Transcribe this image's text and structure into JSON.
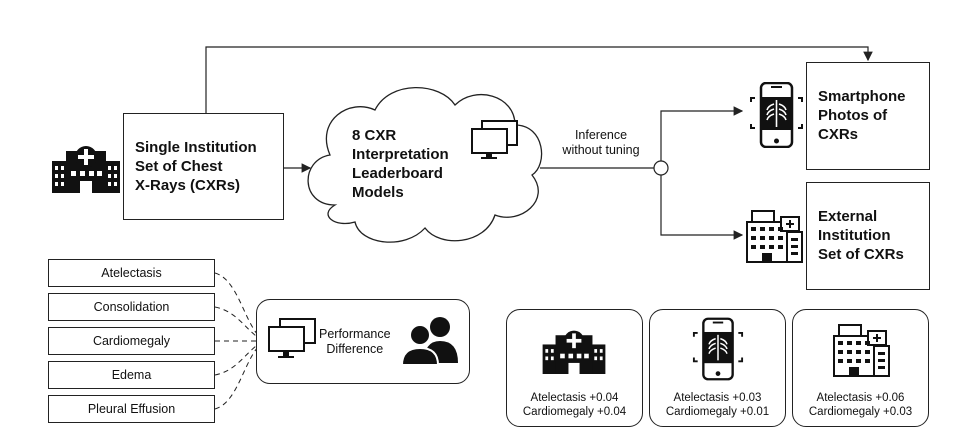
{
  "source_box": {
    "lines": [
      "Single Institution",
      "Set of Chest",
      "X-Rays (CXRs)"
    ]
  },
  "models_cloud": {
    "lines": [
      "8 CXR",
      "Interpretation",
      "Leaderboard",
      "Models"
    ]
  },
  "inference_label": {
    "lines": [
      "Inference",
      "without tuning"
    ]
  },
  "target_smartphone": {
    "lines": [
      "Smartphone",
      "Photos of",
      "CXRs"
    ]
  },
  "target_external": {
    "lines": [
      "External",
      "Institution",
      "Set of CXRs"
    ]
  },
  "pathologies": [
    "Atelectasis",
    "Consolidation",
    "Cardiomegaly",
    "Edema",
    "Pleural Effusion"
  ],
  "performance_box": {
    "lines": [
      "Performance",
      "Difference"
    ]
  },
  "results": [
    {
      "icon": "hospital-icon",
      "lines": [
        "Atelectasis +0.04",
        "Cardiomegaly +0.04"
      ]
    },
    {
      "icon": "smartphone-xray-icon",
      "lines": [
        "Atelectasis +0.03",
        "Cardiomegaly +0.01"
      ]
    },
    {
      "icon": "external-hospital-icon",
      "lines": [
        "Atelectasis +0.06",
        "Cardiomegaly +0.03"
      ]
    }
  ]
}
